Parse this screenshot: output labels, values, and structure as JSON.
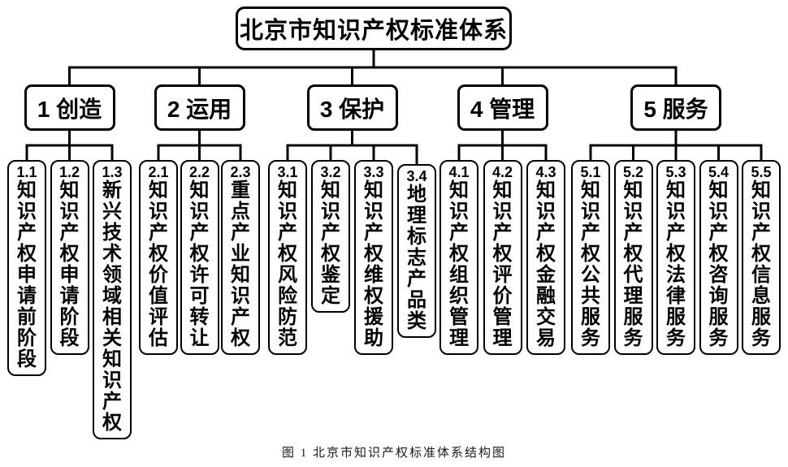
{
  "root": {
    "title": "北京市知识产权标准体系"
  },
  "groups": [
    {
      "id": "1",
      "label": "1 创造",
      "children": [
        {
          "num": "1.1",
          "title": "知识产权申请前阶段"
        },
        {
          "num": "1.2",
          "title": "知识产权申请阶段"
        },
        {
          "num": "1.3",
          "title": "新兴技术领域相关知识产权"
        }
      ]
    },
    {
      "id": "2",
      "label": "2 运用",
      "children": [
        {
          "num": "2.1",
          "title": "知识产权价值评估"
        },
        {
          "num": "2.2",
          "title": "知识产权许可转让"
        },
        {
          "num": "2.3",
          "title": "重点产业知识产权"
        }
      ]
    },
    {
      "id": "3",
      "label": "3 保护",
      "children": [
        {
          "num": "3.1",
          "title": "知识产权风险防范"
        },
        {
          "num": "3.2",
          "title": "知识产权鉴定"
        },
        {
          "num": "3.3",
          "title": "知识产权维权援助"
        },
        {
          "num": "3.4",
          "title": "地理标志产品类"
        }
      ]
    },
    {
      "id": "4",
      "label": "4 管理",
      "children": [
        {
          "num": "4.1",
          "title": "知识产权组织管理"
        },
        {
          "num": "4.2",
          "title": "知识产权评价管理"
        },
        {
          "num": "4.3",
          "title": "知识产权金融交易"
        }
      ]
    },
    {
      "id": "5",
      "label": "5 服务",
      "children": [
        {
          "num": "5.1",
          "title": "知识产权公共服务"
        },
        {
          "num": "5.2",
          "title": "知识产权代理服务"
        },
        {
          "num": "5.3",
          "title": "知识产权法律服务"
        },
        {
          "num": "5.4",
          "title": "知识产权咨询服务"
        },
        {
          "num": "5.5",
          "title": "知识产权信息服务"
        }
      ]
    }
  ],
  "caption": "图 1 北京市知识产权标准体系结构图",
  "colors": {
    "line": "#000000",
    "background": "#ffffff",
    "text": "#000000"
  }
}
